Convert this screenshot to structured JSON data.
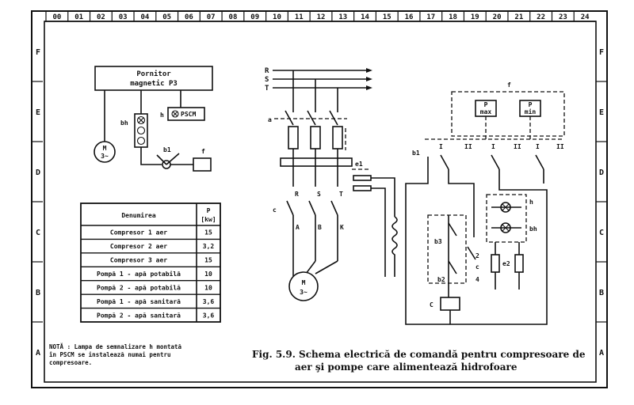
{
  "ruler": {
    "numbers": [
      "00",
      "01",
      "02",
      "03",
      "04",
      "05",
      "06",
      "07",
      "08",
      "09",
      "10",
      "11",
      "12",
      "13",
      "14",
      "15",
      "16",
      "17",
      "18",
      "19",
      "20",
      "21",
      "22",
      "23",
      "24"
    ]
  },
  "rows": {
    "left": [
      "F",
      "E",
      "D",
      "C",
      "B",
      "A"
    ],
    "right": [
      "F",
      "E",
      "D",
      "C",
      "B",
      "A"
    ]
  },
  "left_diagram": {
    "starter_line1": "Pornitor",
    "starter_line2": "magnetic P3",
    "pscm_label": "PSCM",
    "h_label": "h",
    "bh_label": "bh",
    "b1_label": "b1",
    "f_label": "f",
    "motor_line1": "M",
    "motor_line2": "3~"
  },
  "table": {
    "header_name": "Denumirea",
    "header_p": "P",
    "header_unit": "[kw]",
    "rows": [
      {
        "name": "Compresor  1  aer",
        "p": "15"
      },
      {
        "name": "Compresor  2  aer",
        "p": "3,2"
      },
      {
        "name": "Compresor  3  aer",
        "p": "15"
      },
      {
        "name": "Pompă  1 - apă  potabilă",
        "p": "10"
      },
      {
        "name": "Pompă  2 - apă  potabilă",
        "p": "10"
      },
      {
        "name": "Pompă  1 - apă  sanitară",
        "p": "3,6"
      },
      {
        "name": "Pompă  2 - apă  sanitară",
        "p": "3,6"
      }
    ]
  },
  "note": {
    "line1": "NOTĂ : Lampa de semnalizare h montată",
    "line2": "în PSCM se instalează numai pentru",
    "line3": "compresoare."
  },
  "right_diagram": {
    "phase_r": "R",
    "phase_s": "S",
    "phase_t": "T",
    "a_label": "a",
    "c_label": "c",
    "e1_label": "e1",
    "r_label": "R",
    "s_label": "S",
    "t_label": "T",
    "ka": "A",
    "kb": "B",
    "kc": "K",
    "motor_line1": "M",
    "motor_line2": "3~",
    "f_label": "f",
    "pmax_p": "P",
    "pmax_t": "max",
    "pmin_p": "P",
    "pmin_t": "min",
    "b1_label": "b1",
    "roman_1": "I",
    "roman_2": "II",
    "h_label": "h",
    "bh_label": "bh",
    "b3_label": "b3",
    "b2_label": "b2",
    "e2_label": "e2",
    "c_coil": "C",
    "n2": "2",
    "n4": "4"
  },
  "caption": {
    "line1": "Fig. 5.9. Schema electrică de comandă pentru compresoare de",
    "line2": "aer şi pompe care alimentează hidrofoare"
  }
}
